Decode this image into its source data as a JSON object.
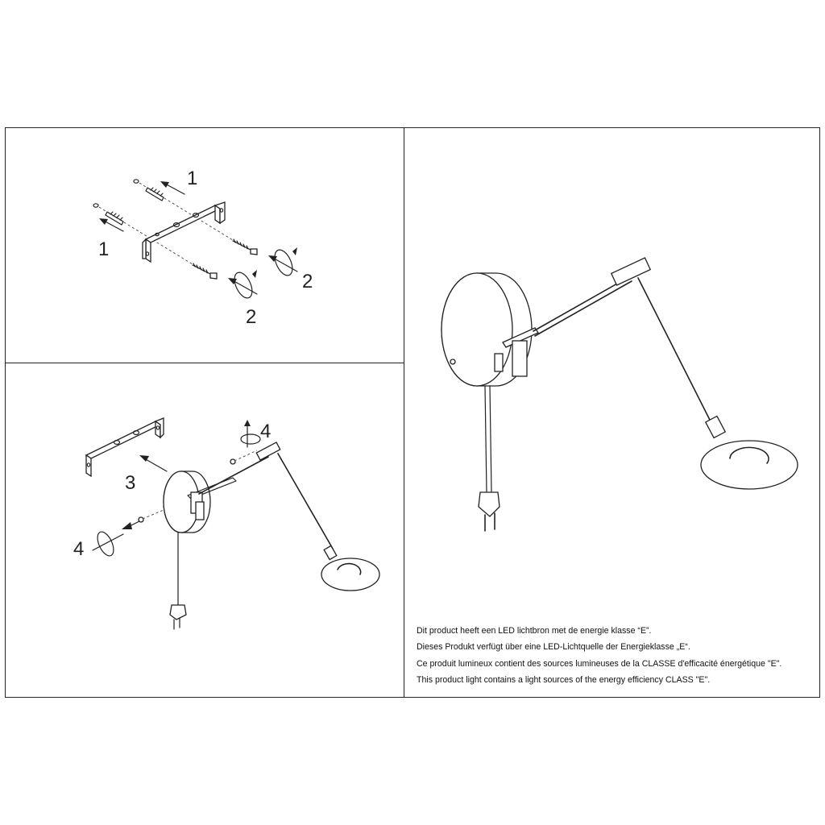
{
  "steps": {
    "panel1": {
      "label_top": "1",
      "label_left": "1",
      "label_right": "2",
      "label_bottom": "2"
    },
    "panel2": {
      "label_mount": "3",
      "label_top": "4",
      "label_left": "4"
    }
  },
  "energy_notes": [
    "Dit product heeft een LED lichtbron met de energie klasse “E”.",
    "Dieses Produkt verfügt über eine LED-Lichtquelle der Energieklasse „E“.",
    "Ce produit lumineux contient des sources lumineuses de la CLASSE d'efficacité énergétique \"E\".",
    "This product light contains a light sources of the energy efficiency CLASS \"E\"."
  ],
  "icons": [
    "wall-bracket-icon",
    "wall-plug-icon",
    "screw-icon",
    "rotate-arrow-icon",
    "direction-arrow-icon",
    "wall-lamp-icon",
    "power-plug-icon"
  ]
}
